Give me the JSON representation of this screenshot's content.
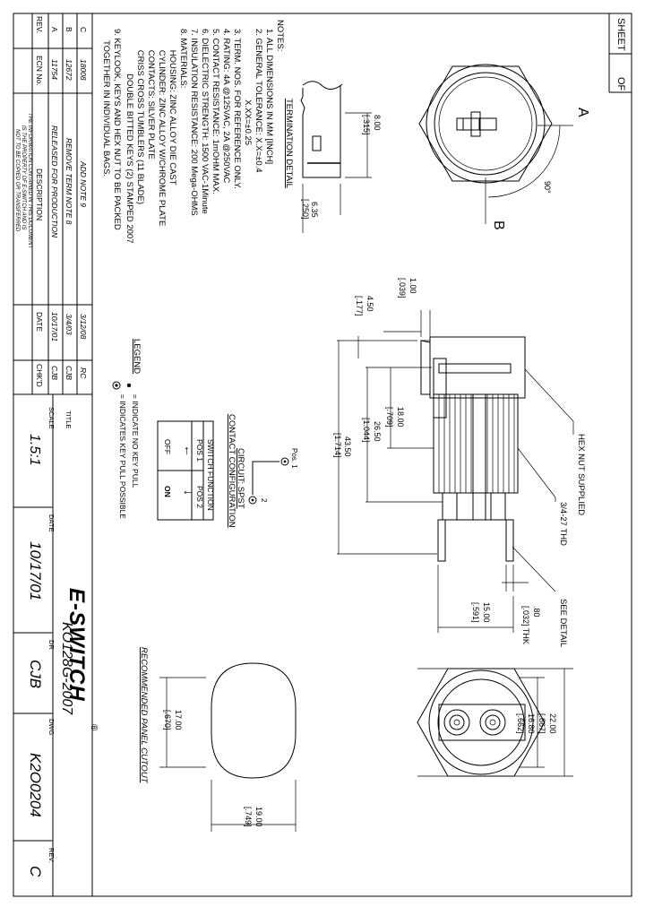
{
  "sheet": {
    "label": "SHEET",
    "of": "OF"
  },
  "notes": {
    "title": "NOTES:",
    "lines": [
      "1.  ALL DIMENSIONS IN MM [INCH]",
      "2.  GENERAL TOLERANCE:  X.X=±0.4",
      "                              X.XX=±0.25",
      "3.  TERM. NOS. FOR REFERENCE ONLY.",
      "4.  RATING: 4A @125VAC, 2A @250VAC",
      "5.  CONTACT RESISTANCE: 1mOHM MAX.",
      "6.  DIELECTRIC STRENGTH: 1500 VAC-1Minute",
      "7.  INSULATION RESISTANCE: 200 Mega-OHMS",
      "8.  MATERIALS:",
      "         HOUSING: ZINC ALLOY DIE CAST",
      "         CYLINDER: ZINC ALLOY W/CHROME PLATE",
      "         CONTACTS: SILVER PLATE",
      "         CRISS CROSS TUMBLERS (11 BLADE)",
      "                   DOUBLE BITTED KEYS (2) STAMPED 2007",
      "9.  KEYLOOK, KEYS AND HEX NUT TO BE PACKED",
      "     TOGETHER IN INDIVIDUAL BAGS."
    ]
  },
  "termination": {
    "title": "TERMINATION DETAIL",
    "dim1": "8.00",
    "dim1_in": "[.315]",
    "dim2": "6.35",
    "dim2_in": "[.250]"
  },
  "top_view": {
    "label_a": "A",
    "label_b": "B",
    "angle": "90°"
  },
  "side_view": {
    "dim_100": "1.00",
    "dim_100_in": "[.039]",
    "dim_450": "4.50",
    "dim_450_in": "[.177]",
    "dim_1800": "18.00",
    "dim_1800_in": "[.709]",
    "dim_2650": "26.50",
    "dim_2650_in": "[1.044]",
    "dim_4350": "43.50",
    "dim_4350_in": "[1.714]",
    "dim_1500": "15.00",
    "dim_1500_in": "[.591]",
    "dim_080": ".80",
    "dim_080_in": "[.032] THK",
    "hex_nut": "HEX NUT SUPPLIED",
    "thread": "3/4-27 THD",
    "see_detail": "SEE DETAIL"
  },
  "bottom_view": {
    "dim_1680": "16.80",
    "dim_1680_in": "[.662]",
    "dim_2200": "22.00",
    "dim_2200_in": "[.867]"
  },
  "cutout": {
    "title": "RECOMMENDED PANEL CUTOUT",
    "dim_1700": "17.00",
    "dim_1700_in": "[.670]",
    "dim_1900": "19.00",
    "dim_1900_in": "[.749]"
  },
  "circuit": {
    "title1": "CIRCUIT: SPST",
    "title2": "CONTACT CONFIGURATION",
    "pos1": "Pos. 1",
    "pos2": "2",
    "table_title": "SWITCH FUNCTION",
    "headers": [
      "POS 1",
      "POS 2"
    ],
    "row": [
      "OFF",
      "ON"
    ]
  },
  "legend": {
    "title": "LEGEND",
    "item1": "= INDICATE NO KEY PULL",
    "item2": "= INDICATES KEY PULL POSSIBLE"
  },
  "revisions": {
    "headers": [
      "REV.",
      "ECN No.",
      "DESCRIPTION",
      "DATE",
      "CHK'D"
    ],
    "rows": [
      [
        "C",
        "18008",
        "ADD NOTE 9",
        "3/12/08",
        "RC"
      ],
      [
        "B",
        "12672",
        "REMOVE TERM NOTE 8",
        "3/4/03",
        "CJB"
      ],
      [
        "A",
        "11754",
        "RELEASED FOR PRODUCTION",
        "10/17/01",
        "CJB"
      ]
    ],
    "disclaimer": [
      "THE INFORMATION CONTAINED IN THIS DOCUMENT",
      "IS THE PROPERTY OF E-SWITCH AND IS",
      "NOT TO BE COPIED OR TRANSFERRED"
    ]
  },
  "title_block": {
    "title_label": "TITLE",
    "title": "KO128G-2007",
    "scale_label": "SCALE",
    "scale": "1.5:1",
    "date_label": "DATE",
    "date": "10/17/01",
    "dr_label": "DR",
    "dr": "CJB",
    "dwg_label": "DWG",
    "dwg": "K2O0204",
    "rev_label": "REV.",
    "rev": "C",
    "brand": "E-SWITCH",
    "registered": "®"
  }
}
